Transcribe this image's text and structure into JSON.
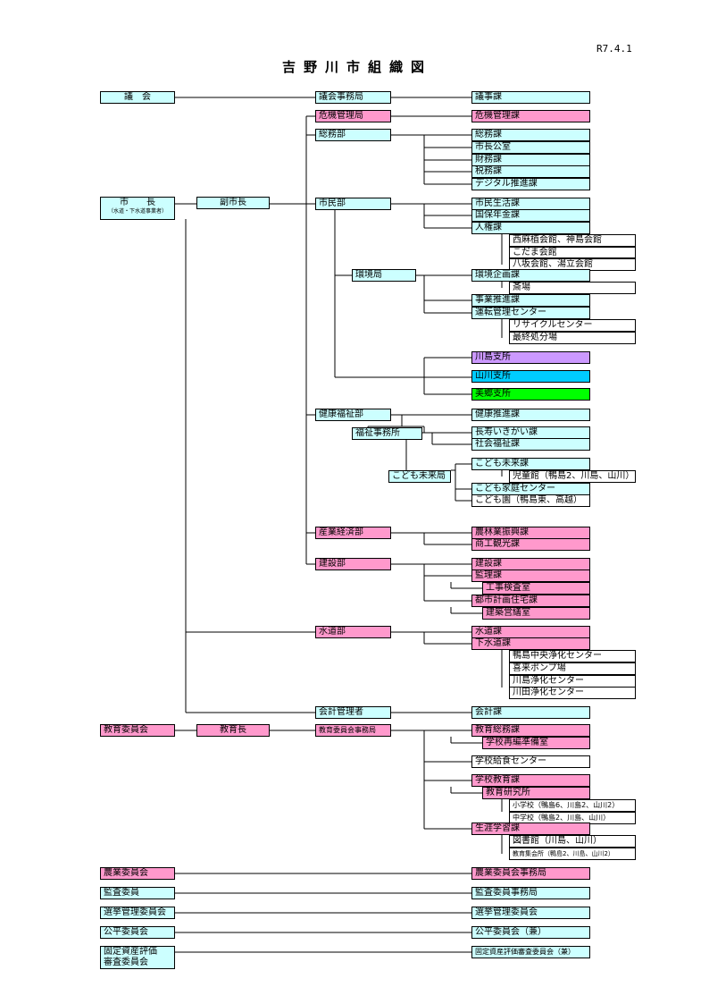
{
  "date": "R7.4.1",
  "title": "吉野川市組織図",
  "colors": {
    "cyan": "#ccffff",
    "pink": "#ff99cc",
    "white": "#ffffff",
    "violet": "#cc99ff",
    "sky": "#00ccff",
    "green": "#00ff00"
  },
  "nodes": {
    "gikai": "議　会",
    "gikai_jimukyoku": "議会事務局",
    "gijika": "議事課",
    "shicho": "市　　長",
    "shicho_sub": "（水道・下水道事業者）",
    "fukushicho": "副市長",
    "kiki_kanrikyoku": "危機管理局",
    "kiki_kanrika": "危機管理課",
    "somubu": "総務部",
    "somuka": "総務課",
    "shichokoshitsu": "市長公室",
    "zaimuka": "財務課",
    "zeimuka": "税務課",
    "digital": "デジタル推進課",
    "shiminbu": "市民部",
    "shimin_seikatsu": "市民生活課",
    "kokuho": "国保年金課",
    "jinken": "人権課",
    "kaikan1": "西麻植会館、神島会館",
    "kaikan2": "こだま会館",
    "kaikan3": "八坂会館、湯立会館",
    "kankyokyoku": "環境局",
    "kankyo_kikaku": "環境企画課",
    "saijo": "斎場",
    "jigyo_suishin": "事業推進課",
    "unten_kanri": "運転管理センター",
    "recycle": "リサイクルセンター",
    "saishu": "最終処分場",
    "kawashima_shisho": "川島支所",
    "yamakawa_shisho": "山川支所",
    "misato_shisho": "美郷支所",
    "kenko_fukushibu": "健康福祉部",
    "kenko_suishin": "健康推進課",
    "fukushi_jimusho": "福祉事務所",
    "chouju": "長寿いきがい課",
    "shakai_fukushi": "社会福祉課",
    "kodomo_miraikyoku": "こども未来局",
    "kodomo_miraika": "こども未来課",
    "jidokan": "児童館（鴨島2、川島、山川）",
    "kodomo_katei": "こども家庭センター",
    "kodomoen": "こども園（鴨島東、高越）",
    "sangyo_keizaibu": "産業経済部",
    "norin": "農林業振興課",
    "shoko": "商工観光課",
    "kensetsubu": "建設部",
    "kensetsuka": "建設課",
    "kanrika": "監理課",
    "koji_kensa": "工事検査室",
    "toshi_keikaku": "都市計画住宅課",
    "kenchiku_eizen": "建築営繕室",
    "suidobu": "水道部",
    "suidoka": "水道課",
    "gesuidoka": "下水道課",
    "jouka1": "鴨島中央浄化センター",
    "pump": "喜来ポンプ場",
    "jouka2": "川島浄化センター",
    "jouka3": "川田浄化センター",
    "kaikei_kanrisha": "会計管理者",
    "kaikeika": "会計課",
    "kyoiku_iinkai": "教育委員会",
    "kyoikucho": "教育長",
    "kyoiku_jimukyoku": "教育委員会事務局",
    "kyoiku_somu": "教育総務課",
    "gakko_saihen": "学校再編準備室",
    "kyushoku": "学校給食センター",
    "gakko_kyoiku": "学校教育課",
    "kyoiku_kenkyujo": "教育研究所",
    "shogakko": "小学校（鴨島6、川島2、山川2）",
    "chugakko": "中学校（鴨島2、川島、山川）",
    "shogai_gakushu": "生涯学習課",
    "toshokan": "図書館（川島、山川）",
    "shukaijo": "教育集会所（鴨島2、川島、山川2）",
    "nogyo_iinkai": "農業委員会",
    "nogyo_jimukyoku": "農業委員会事務局",
    "kansa_iin": "監査委員",
    "kansa_jimukyoku": "監査委員事務局",
    "senkyo": "選挙管理委員会",
    "senkyo2": "選挙管理委員会",
    "kohei": "公平委員会",
    "kohei2": "公平委員会（兼）",
    "kotei1": "固定資産評価",
    "kotei2": "審査委員会",
    "kotei_ken": "固定資産評価審査委員会（兼）"
  }
}
